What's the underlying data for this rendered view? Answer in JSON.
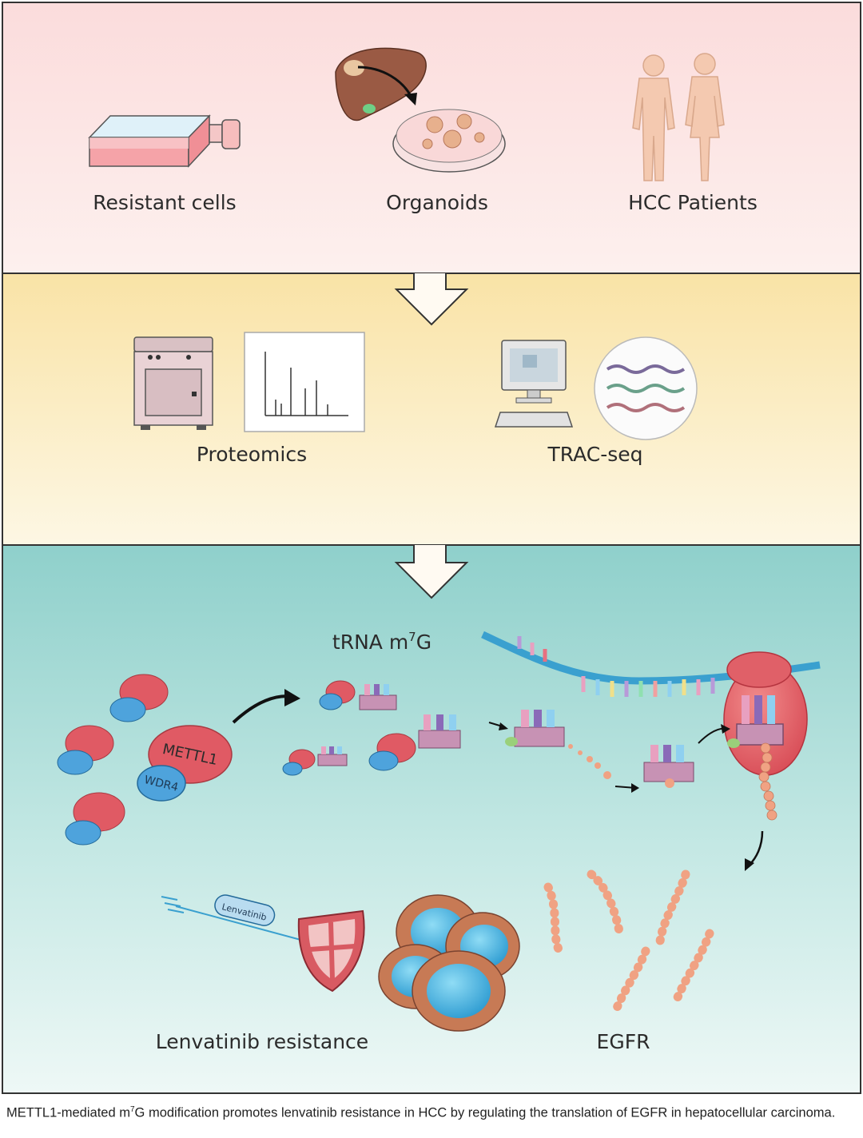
{
  "panels": {
    "models": {
      "resistant_cells": "Resistant cells",
      "organoids": "Organoids",
      "hcc_patients": "HCC Patients"
    },
    "methods": {
      "proteomics": "Proteomics",
      "trac_seq": "TRAC-seq"
    },
    "mechanism": {
      "trna_base": "tRNA m",
      "trna_sup": "7",
      "trna_end": "G",
      "mettl1": "METTL1",
      "wdr4": "WDR4",
      "lenvatinib_pill": "Lenvatinib",
      "lenvatinib_resistance": "Lenvatinib resistance",
      "egfr": "EGFR"
    }
  },
  "caption": {
    "part1": "METTL1-mediated m",
    "sup": "7",
    "part2": "G modification promotes lenvatinib resistance in HCC by regulating the translation of EGFR in hepatocellular carcinoma."
  },
  "colors": {
    "panel_top": "#fbe6e6",
    "panel_middle": "#fbefc7",
    "panel_bottom": "#9fd6d2",
    "protein_red": "#e05a64",
    "protein_blue": "#4ea3dc",
    "trna_purple": "#c792b4",
    "egfr_chain": "#f0a283"
  }
}
